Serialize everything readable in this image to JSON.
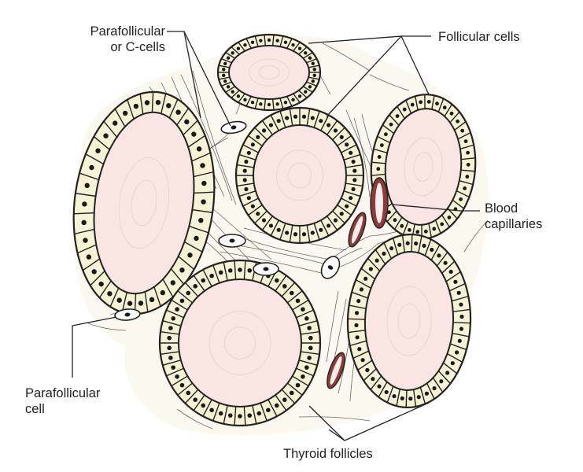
{
  "labels": {
    "parafollicular_c_cells_line1": "Parafollicular",
    "parafollicular_c_cells_line2": "or C-cells",
    "follicular_cells": "Follicular cells",
    "blood_capillaries_line1": "Blood",
    "blood_capillaries_line2": "capillaries",
    "parafollicular_cell_line1": "Parafollicular",
    "parafollicular_cell_line2": "cell",
    "thyroid_follicles": "Thyroid follicles"
  },
  "colors": {
    "background": "#ffffff",
    "stroma": "#fbf8ef",
    "follicular_cell": "#f7f1d6",
    "colloid": "#f9e6e3",
    "capillary": "#8c3a3a",
    "outline": "#222222"
  }
}
